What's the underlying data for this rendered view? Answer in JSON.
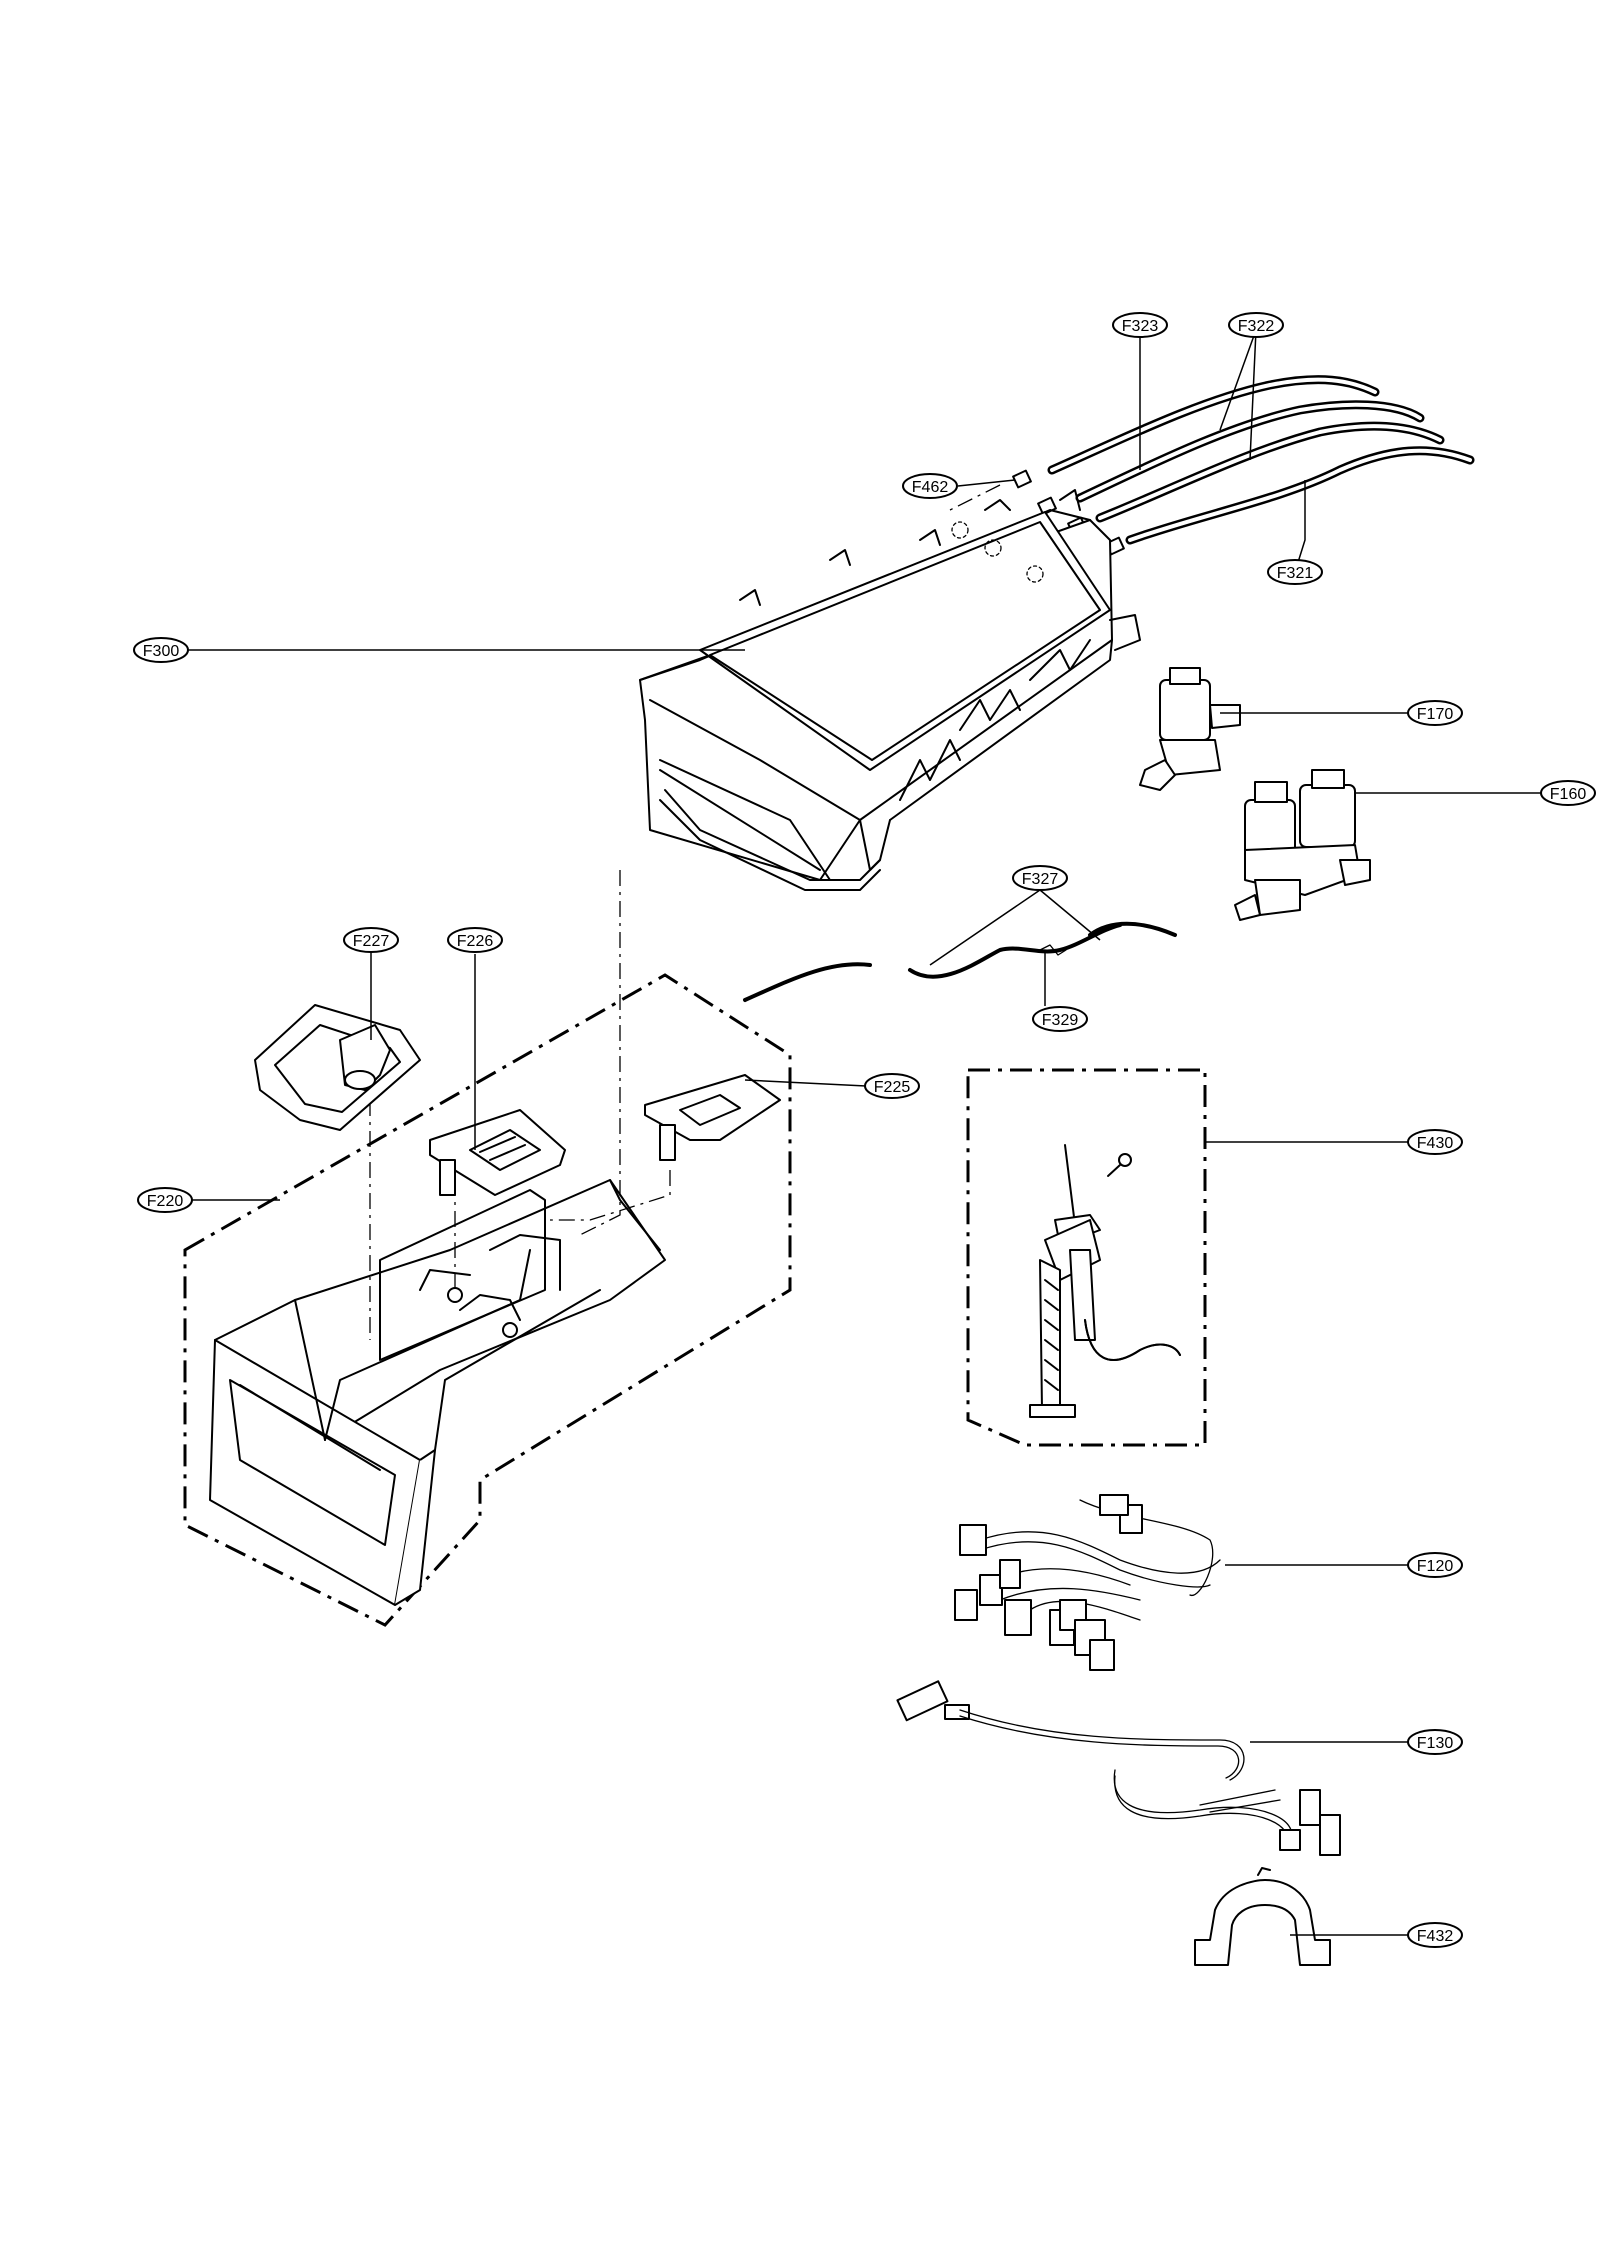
{
  "callouts": {
    "F323": "F323",
    "F322": "F322",
    "F462": "F462",
    "F321": "F321",
    "F300": "F300",
    "F170": "F170",
    "F160": "F160",
    "F327": "F327",
    "F329": "F329",
    "F227": "F227",
    "F226": "F226",
    "F225": "F225",
    "F220": "F220",
    "F430": "F430",
    "F120": "F120",
    "F130": "F130",
    "F432": "F432"
  }
}
